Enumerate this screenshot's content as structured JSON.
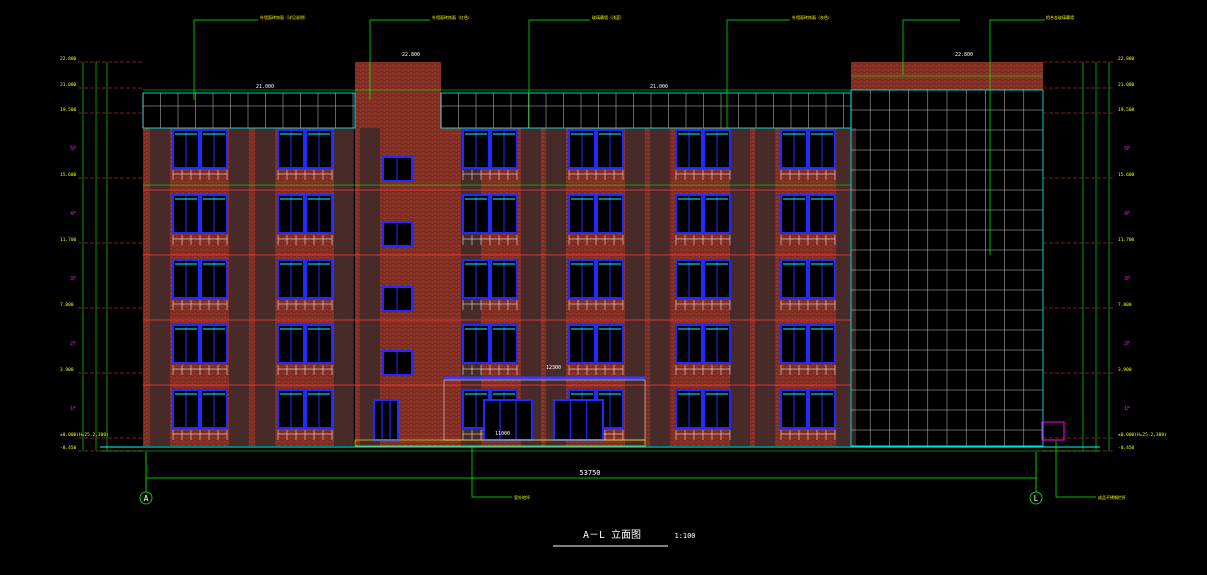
{
  "drawing": {
    "title": "A－L 立面图",
    "scale": "1:100",
    "overall_dimension": "53750",
    "axis_left": "A",
    "axis_right": "L",
    "top_notes": [
      "外墙面砖饰面（详见说明）",
      "外墙面砖饰面（红色）",
      "玻璃幕墙（浅蓝）",
      "外墙面砖饰面（灰色）",
      "铝合金玻璃幕墙"
    ],
    "bottom_notes": [
      "室外地坪",
      "成品不锈钢栏杆"
    ],
    "level_labels_left": [
      "22.800",
      "21.000",
      "19.500",
      "15.600",
      "11.700",
      "7.800",
      "3.900",
      "±0.000(H=25.2,300)",
      "-0.450"
    ],
    "level_labels_right": [
      "22.800",
      "21.000",
      "19.500",
      "15.600",
      "11.700",
      "7.800",
      "3.900",
      "±0.000(H=25.2,300)",
      "-0.450"
    ],
    "floor_labels": [
      "5F",
      "4F",
      "3F",
      "2F",
      "1F"
    ],
    "roof_levels": [
      "22.800",
      "21.000",
      "22.800",
      "21.000"
    ],
    "mid_dimensions": [
      "12300",
      "11000"
    ],
    "colors": {
      "background": "#000000",
      "brick": "#7a2a1f",
      "wall_dark": "#3d2a2a",
      "window_frame": "#1f2bff",
      "window_glass": "#000000",
      "curtain_grid": "#c8c8c8",
      "dimension_line": "#00ff00",
      "level_text": "#ffff00",
      "floor_text": "#ff00ff",
      "cyan_line": "#00ffff"
    }
  }
}
